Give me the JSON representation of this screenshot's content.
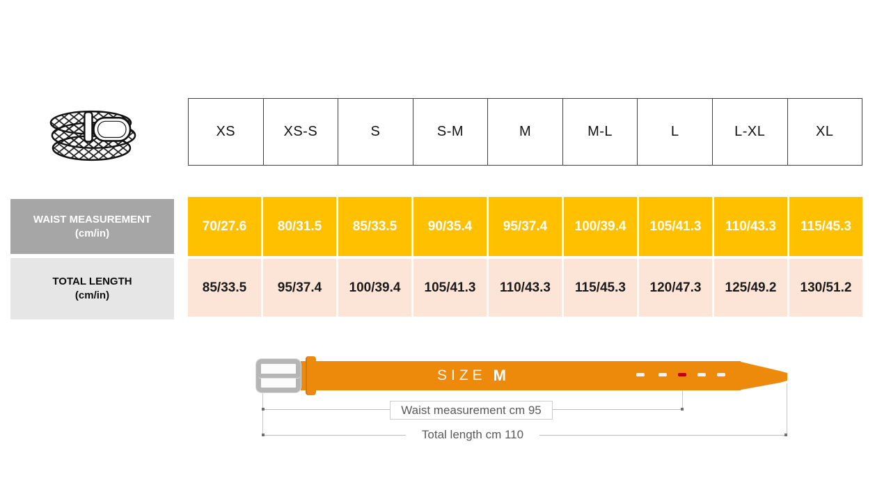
{
  "size_chart": {
    "sizes": [
      "XS",
      "XS-S",
      "S",
      "S-M",
      "M",
      "M-L",
      "L",
      "L-XL",
      "XL"
    ],
    "rows": [
      {
        "label": "WAIST MEASUREMENT",
        "unit": "(cm/in)",
        "values": [
          "70/27.6",
          "80/31.5",
          "85/33.5",
          "90/35.4",
          "95/37.4",
          "100/39.4",
          "105/41.3",
          "110/43.3",
          "115/45.3"
        ]
      },
      {
        "label": "TOTAL LENGTH",
        "unit": "(cm/in)",
        "values": [
          "85/33.5",
          "95/37.4",
          "100/39.4",
          "105/41.3",
          "110/43.3",
          "115/45.3",
          "120/47.3",
          "125/49.2",
          "130/51.2"
        ]
      }
    ]
  },
  "diagram": {
    "size_word": "SIZE",
    "size_value": "M",
    "waist_annotation": "Waist measurement cm 95",
    "length_annotation": "Total length cm 110",
    "hole_count": 5,
    "highlighted_hole_index": 3
  },
  "colors": {
    "waist_row_bg": "#ffc000",
    "total_row_bg": "#fce4d6",
    "waist_label_bg": "#a6a6a6",
    "total_label_bg": "#e7e6e6",
    "belt_orange": "#ed8a0c",
    "highlight_hole_red": "#c00000",
    "buckle_gray": "#b5b5b5",
    "annotation_gray": "#595959"
  }
}
